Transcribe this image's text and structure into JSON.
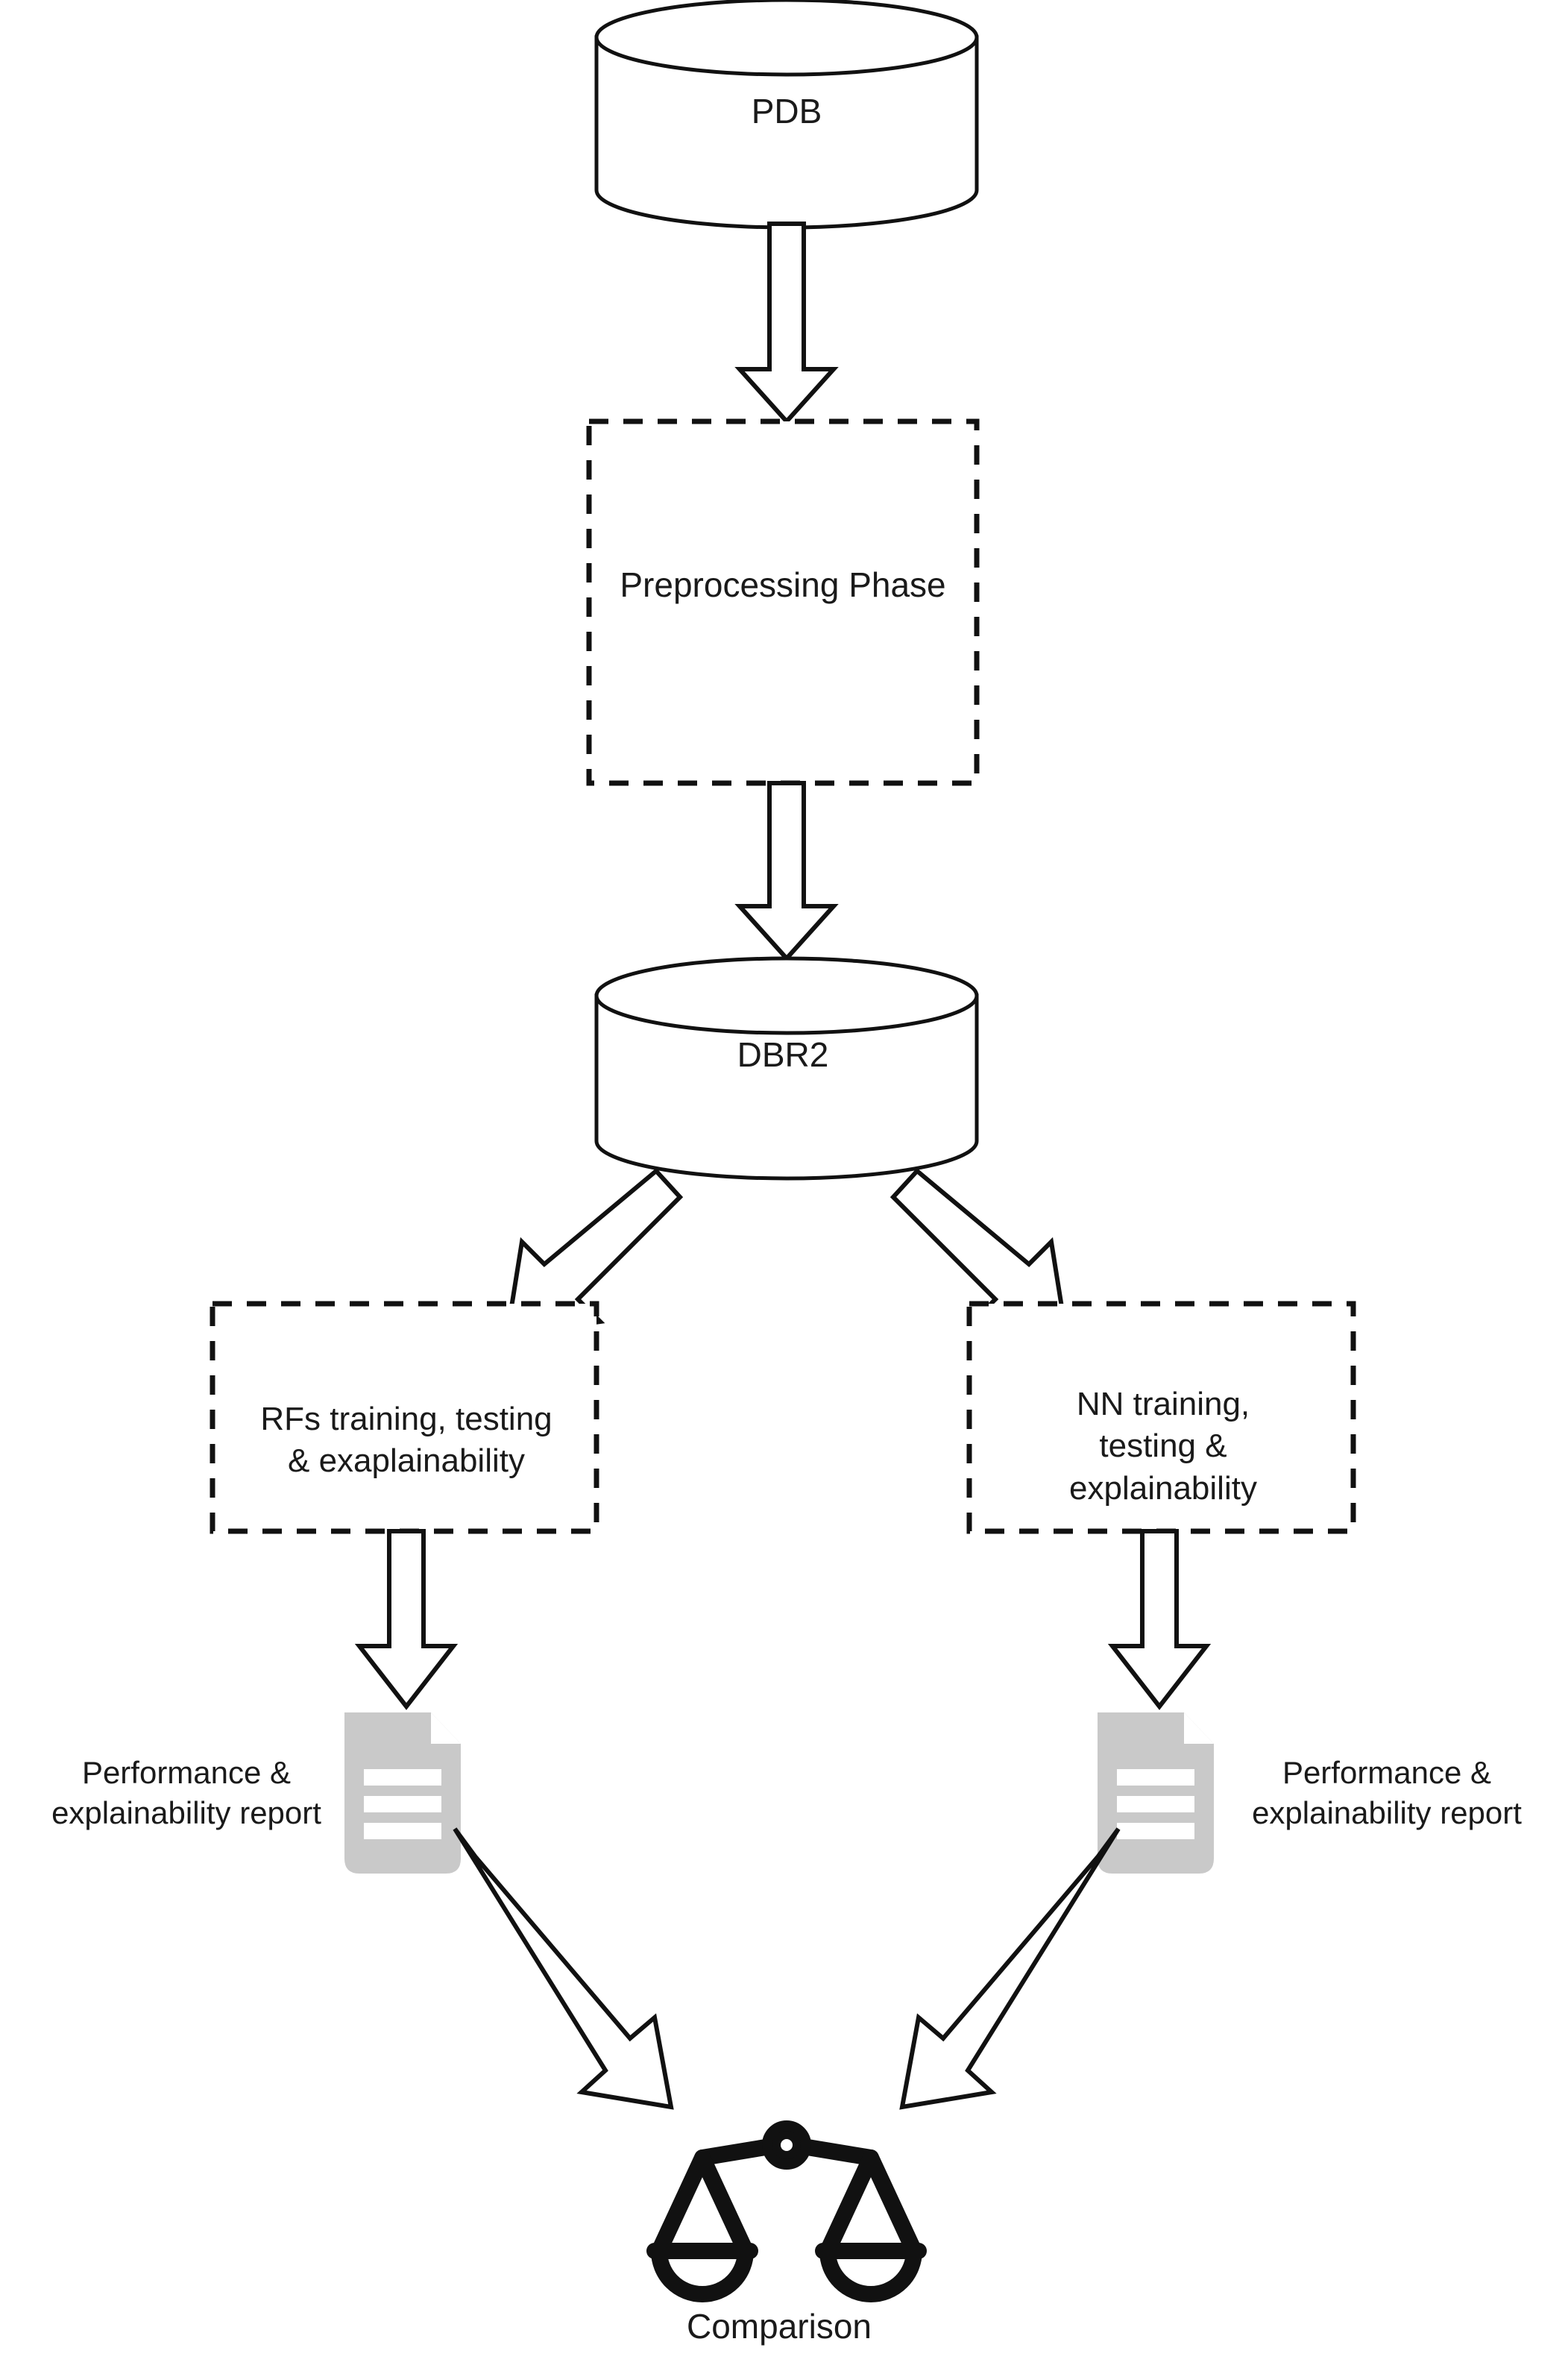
{
  "diagram": {
    "type": "flowchart",
    "orientation": "top-to-bottom",
    "nodes": {
      "source_database": {
        "label": "PDB",
        "shape": "cylinder"
      },
      "preprocessing": {
        "label": "Preprocessing Phase",
        "shape": "dashed-rectangle"
      },
      "processed_database": {
        "label": "DBR2",
        "shape": "cylinder"
      },
      "rf_branch": {
        "label": "RFs training, testing\n& exaplainability",
        "shape": "dashed-rectangle"
      },
      "nn_branch": {
        "label": "NN training,\ntesting &\nexplainability",
        "shape": "dashed-rectangle"
      },
      "report_left": {
        "label": "Performance &\nexplainability report",
        "icon": "document-icon"
      },
      "report_right": {
        "label": "Performance &\nexplainability report",
        "icon": "document-icon"
      },
      "comparison": {
        "label": "Comparison",
        "icon": "balance-scale-icon"
      }
    },
    "edges": [
      {
        "from": "source_database",
        "to": "preprocessing",
        "style": "block-arrow-down"
      },
      {
        "from": "preprocessing",
        "to": "processed_database",
        "style": "block-arrow-down"
      },
      {
        "from": "processed_database",
        "to": "rf_branch",
        "style": "block-arrow-diagonal-left"
      },
      {
        "from": "processed_database",
        "to": "nn_branch",
        "style": "block-arrow-diagonal-right"
      },
      {
        "from": "rf_branch",
        "to": "report_left",
        "style": "block-arrow-down"
      },
      {
        "from": "nn_branch",
        "to": "report_right",
        "style": "block-arrow-down"
      },
      {
        "from": "report_left",
        "to": "comparison",
        "style": "block-arrow-diagonal-right"
      },
      {
        "from": "report_right",
        "to": "comparison",
        "style": "block-arrow-diagonal-left"
      }
    ],
    "colors": {
      "stroke": "#111111",
      "fill": "#ffffff",
      "document_fill": "#c9c9c9",
      "document_line": "#ffffff",
      "text": "#1a1a1a",
      "background": "#ffffff"
    }
  }
}
